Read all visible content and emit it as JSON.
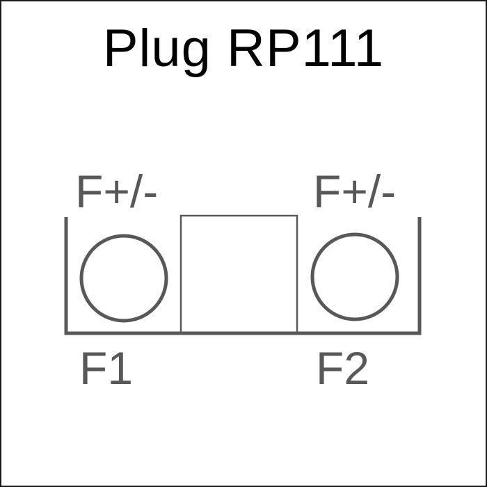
{
  "title": "Plug RP111",
  "diagram": {
    "pin_left": {
      "top_label": "F+/-",
      "bottom_label": "F1"
    },
    "pin_right": {
      "top_label": "F+/-",
      "bottom_label": "F2"
    }
  },
  "colors": {
    "outline": "#58585a",
    "title": "#000000",
    "border": "#1a1a1a"
  }
}
